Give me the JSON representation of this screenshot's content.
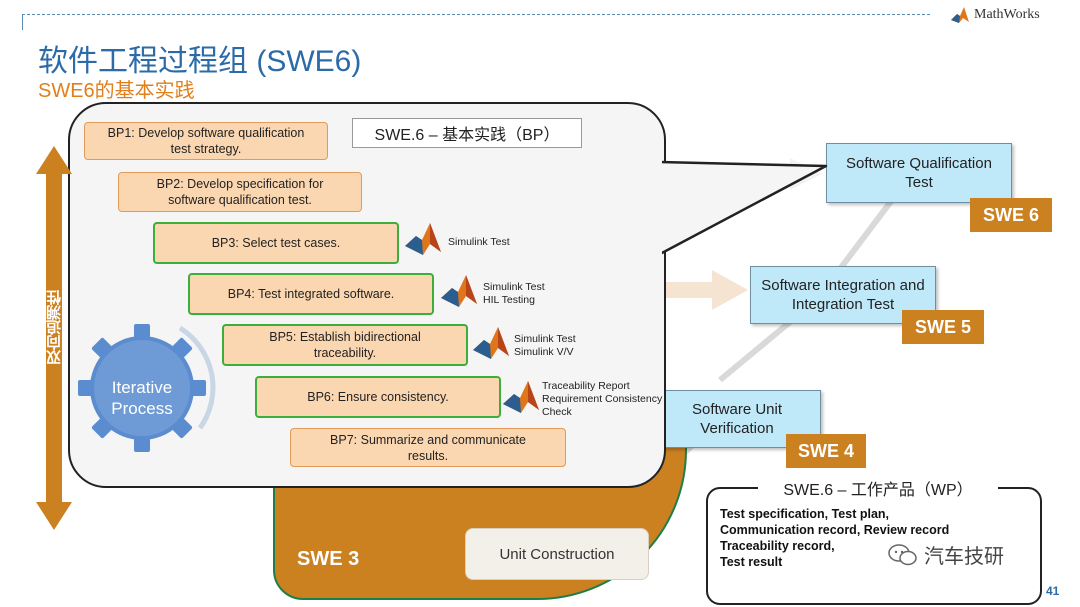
{
  "header": {
    "brand": "MathWorks",
    "title": "软件工程过程组 (SWE6)",
    "subtitle": "SWE6的基本实践"
  },
  "side_arrow_label": "双向追溯性",
  "gear_label": [
    "Iterative",
    "Process"
  ],
  "bp_panel_title": "SWE.6 – 基本实践（BP）",
  "bps": [
    {
      "lines": [
        "BP1: Develop software qualification",
        "test strategy."
      ]
    },
    {
      "lines": [
        "BP2: Develop specification for",
        "software qualification test."
      ]
    },
    {
      "lines": [
        "BP3:  Select test cases."
      ]
    },
    {
      "lines": [
        "BP4:  Test integrated software."
      ]
    },
    {
      "lines": [
        "BP5:  Establish bidirectional",
        "traceability."
      ]
    },
    {
      "lines": [
        "BP6:   Ensure consistency."
      ]
    },
    {
      "lines": [
        "BP7:  Summarize and communicate",
        "results."
      ]
    }
  ],
  "tools": {
    "bp3": [
      "Simulink Test"
    ],
    "bp4": [
      "Simulink Test",
      "HIL Testing"
    ],
    "bp5": [
      "Simulink Test",
      "Simulink V/V"
    ],
    "bp6": [
      "Traceability Report",
      "Requirement Consistency",
      "Check"
    ]
  },
  "v_model": {
    "qual_test": [
      "Software Qualification",
      "Test"
    ],
    "swe6": "SWE 6",
    "integration_test": [
      "Software Integration and",
      "Integration Test"
    ],
    "swe5": "SWE 5",
    "unit_verification": [
      "Software Unit",
      "Verification"
    ],
    "swe4": "SWE 4",
    "unit_construction": "Unit Construction",
    "swe3": "SWE 3"
  },
  "work_products": {
    "title": "SWE.6 – 工作产品（WP）",
    "lines": [
      "Test specification, Test plan,",
      "Communication record, Review record",
      "Traceability record,",
      "Test result"
    ]
  },
  "watermark": "汽车技研",
  "page_number": "41",
  "colors": {
    "title_blue": "#2c6ba8",
    "subtitle_orange": "#e07f1c",
    "swe_orange": "#cb8120",
    "box_blue": "#bfe8f8",
    "bp_fill": "#fbd7b1",
    "bp_green_border": "#3cae3c"
  }
}
